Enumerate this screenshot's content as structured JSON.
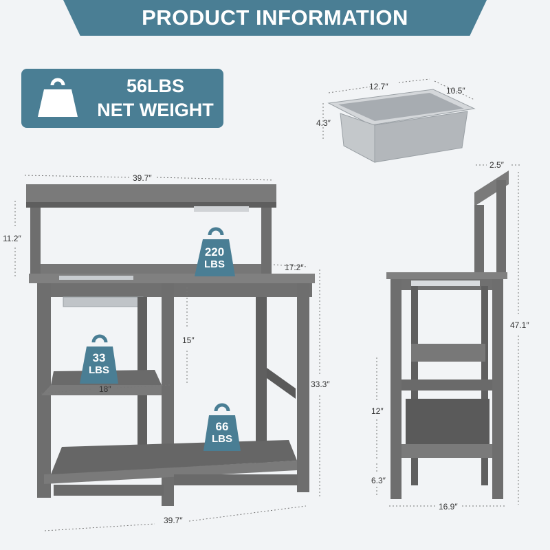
{
  "banner": {
    "title": "PRODUCT INFORMATION"
  },
  "net_weight": {
    "value": "56LBS",
    "label": "NET WEIGHT",
    "icon": "weight-icon"
  },
  "sink": {
    "width": "12.7″",
    "depth": "10.5″",
    "height": "4.3″"
  },
  "front_view": {
    "top_width": "39.7″",
    "hutch_height": "11.2″",
    "depth": "17.2″",
    "shelf_gap": "15″",
    "shelf_width": "18″",
    "table_height": "33.3″",
    "bottom_width": "39.7″",
    "capacity_top": {
      "value": "220",
      "unit": "LBS"
    },
    "capacity_mid": {
      "value": "33",
      "unit": "LBS"
    },
    "capacity_bottom": {
      "value": "66",
      "unit": "LBS"
    }
  },
  "side_view": {
    "top_depth": "2.5″",
    "total_height": "47.1″",
    "shelf_gap": "12″",
    "ground_clearance": "6.3″",
    "depth": "16.9″"
  },
  "colors": {
    "accent": "#4a7e94",
    "wood": "#6e6e6e",
    "steel": "#b8bcc0"
  }
}
